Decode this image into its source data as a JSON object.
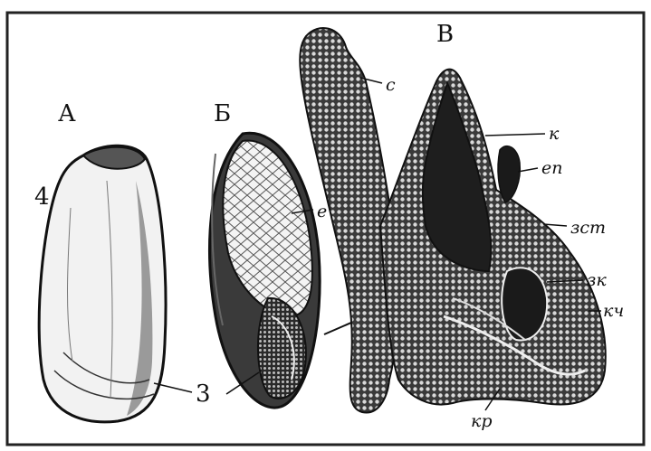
{
  "panels": {
    "a": {
      "letter": "А"
    },
    "b": {
      "letter": "Б"
    },
    "v": {
      "letter": "В"
    }
  },
  "labels": {
    "four": "4",
    "three": "3",
    "e": "е",
    "s": "с",
    "k": "к",
    "ep": "еп",
    "zst": "зст",
    "zk": "зк",
    "kch": "кч",
    "kr": "кр"
  },
  "colors": {
    "ink": "#111111",
    "paper": "#ffffff",
    "border": "#222222"
  }
}
